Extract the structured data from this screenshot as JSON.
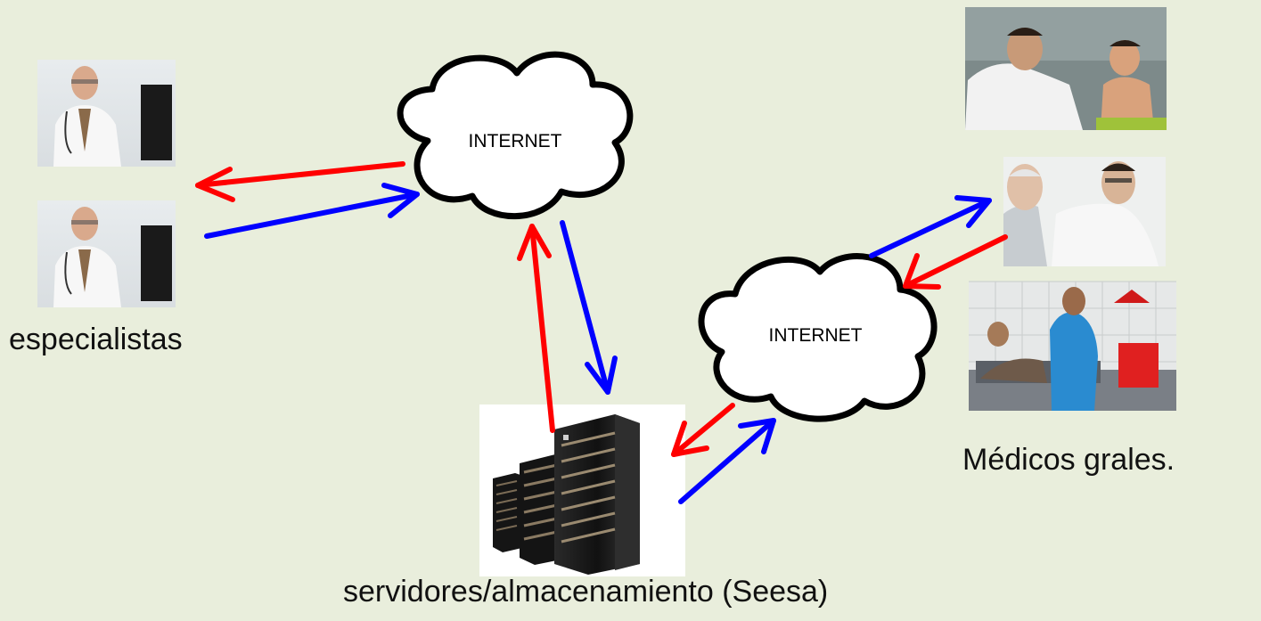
{
  "labels": {
    "specialists": "especialistas",
    "general_doctors": "Médicos grales.",
    "servers": "servidores/almacenamiento (Seesa)"
  },
  "clouds": {
    "left": "INTERNET",
    "right": "INTERNET"
  },
  "colors": {
    "background": "#e9eedc",
    "arrow_outbound": "#ff0000",
    "arrow_inbound": "#0000ff"
  }
}
